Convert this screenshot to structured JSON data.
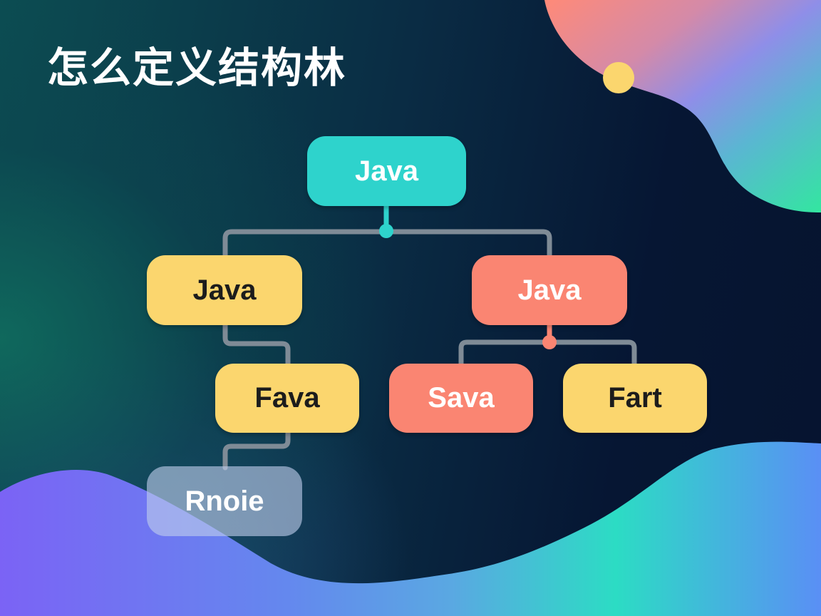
{
  "title": "怎么定义结构林",
  "colors": {
    "teal": "#2ed3cc",
    "yellow": "#fbd66e",
    "coral": "#fa8572",
    "connector": "#7f8b96",
    "accent_dot": "#fbd66e",
    "background_dark": "#061633",
    "background_green": "#0c4d52"
  },
  "tree": {
    "root": {
      "label": "Java",
      "color": "teal"
    },
    "left": {
      "label": "Java",
      "color": "yellow"
    },
    "right": {
      "label": "Java",
      "color": "coral"
    },
    "left_child": {
      "label": "Fava",
      "color": "yellow"
    },
    "left_grandchild": {
      "label": "Rnoie",
      "color": "ghost"
    },
    "right_child_1": {
      "label": "Sava",
      "color": "coral"
    },
    "right_child_2": {
      "label": "Fart",
      "color": "yellow"
    }
  },
  "decorations": {
    "top_right_blob": "gradient blob coral-purple-green",
    "bottom_wave": "gradient wave purple-blue-teal",
    "yellow_circle": "small yellow dot"
  }
}
